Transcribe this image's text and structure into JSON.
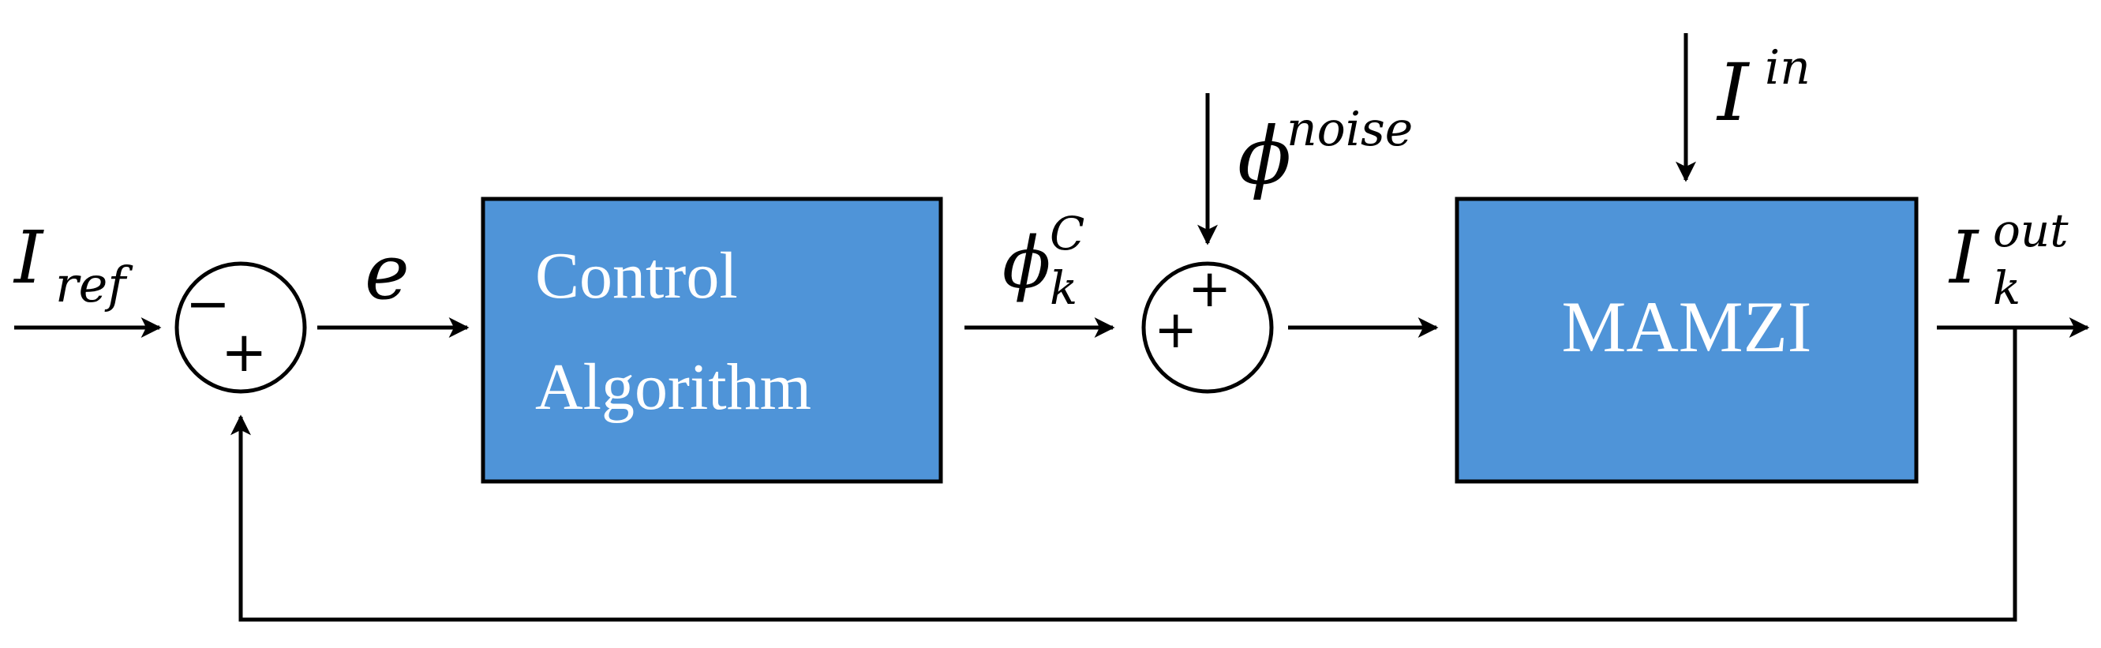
{
  "colors": {
    "block_fill": "#4F94D8",
    "line": "#000000",
    "block_text": "#ffffff"
  },
  "signals": {
    "reference_base": "I",
    "reference_sub": "ref",
    "error": "e",
    "control_base": "ϕ",
    "control_sup": "C",
    "control_sub": "k",
    "noise_base": "ϕ",
    "noise_sup": "noise",
    "input_base": "I",
    "input_sup": "in",
    "output_base": "I",
    "output_sup": "out",
    "output_sub": "k"
  },
  "summing_junction_1": {
    "sign_top": "−",
    "sign_bottom": "+"
  },
  "summing_junction_2": {
    "sign_top": "+",
    "sign_left": "+"
  },
  "blocks": {
    "controller_line1": "Control",
    "controller_line2": "Algorithm",
    "plant": "MAMZI"
  }
}
